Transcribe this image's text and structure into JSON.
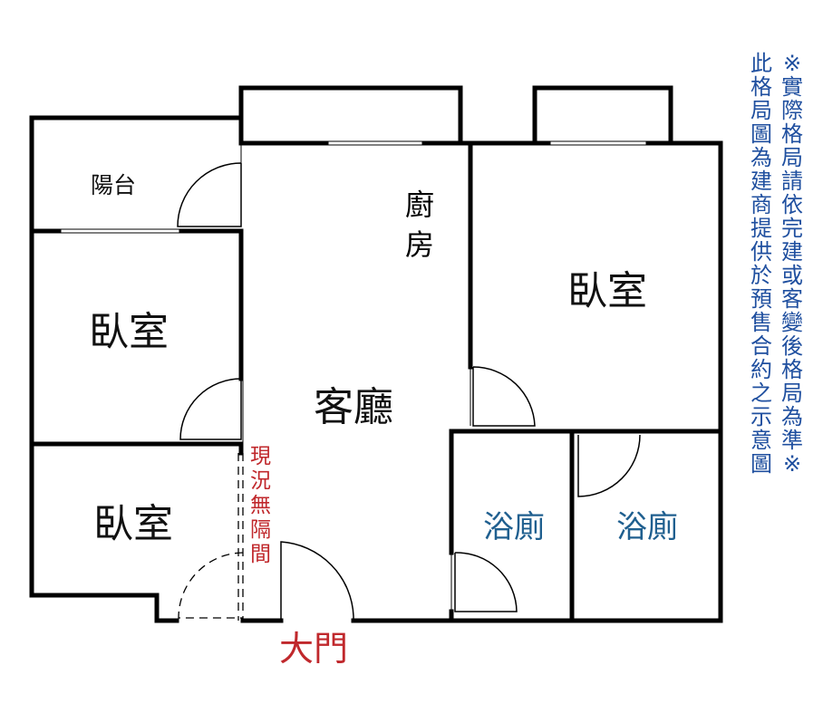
{
  "rooms": {
    "balcony": "陽台",
    "kitchen": [
      "廚",
      "房"
    ],
    "bedroom_left": "臥室",
    "bedroom_right": "臥室",
    "bedroom_bottom": "臥室",
    "living_room": "客廳",
    "bath_left": "浴廁",
    "bath_right": "浴廁"
  },
  "entrance": "大門",
  "current_note": [
    "現",
    "況",
    "無",
    "隔",
    "間"
  ],
  "disclaimer": {
    "col_right": [
      "※",
      "實",
      "際",
      "格",
      "局",
      "請",
      "依",
      "完",
      "建",
      "或",
      "客",
      "變",
      "後",
      "格",
      "局",
      "為",
      "準",
      "※"
    ],
    "col_left": [
      "此",
      "格",
      "局",
      "圖",
      "為",
      "建",
      "商",
      "提",
      "供",
      "於",
      "預",
      "售",
      "合",
      "約",
      "之",
      "示",
      "意",
      "圖"
    ]
  },
  "colors": {
    "wall": "#000000",
    "text": "#111111",
    "bath_text": "#1f5f8f",
    "red_text": "#c0282c",
    "disclaimer_text": "#1f4f9f"
  }
}
